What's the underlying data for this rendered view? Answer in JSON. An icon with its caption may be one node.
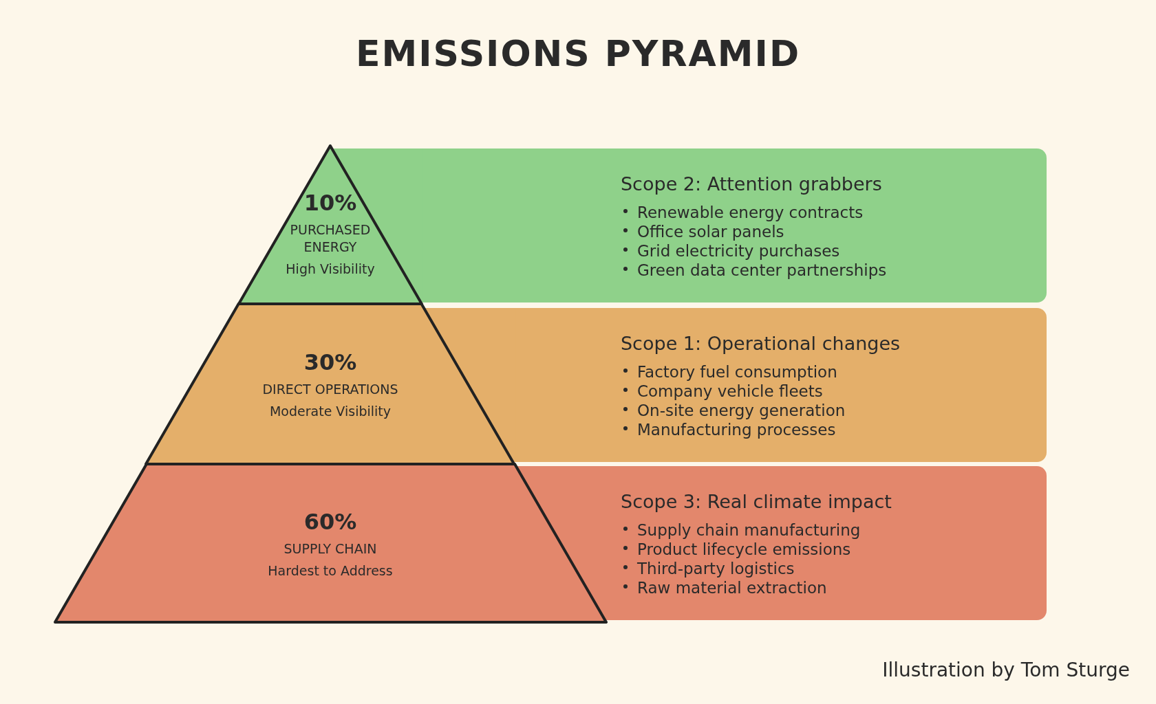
{
  "diagram": {
    "title": "EMISSIONS PYRAMID",
    "nodes": [
      {
        "text": [
          "Scope 2: Attention grabbers",
          "Renewable energy contracts",
          "Office solar panels",
          "Grid electricity purchases",
          "Green data center partnerships"
        ]
      },
      {
        "text": [
          "Scope 1: Operational changes",
          "Factory fuel consumption",
          "Company vehicle fleets",
          "On-site energy generation",
          "Manufacturing processes"
        ]
      },
      {
        "text": [
          "Scope 3: Real climate impact",
          "Supply chain manufacturing",
          "Product lifecycle emissions",
          "Third-party logistics",
          "Raw material extraction"
        ]
      },
      {
        "text": [
          "10%",
          "PURCHASED ENERGY",
          "High Visibility"
        ]
      },
      {
        "text": [
          "30%",
          "DIRECT OPERATIONS",
          "Moderate Visibility"
        ]
      },
      {
        "text": [
          "60%",
          "SUPPLY CHAIN",
          "Hardest to Address"
        ]
      }
    ],
    "labels": [
      "Illustration by Tom Sturge"
    ]
  }
}
